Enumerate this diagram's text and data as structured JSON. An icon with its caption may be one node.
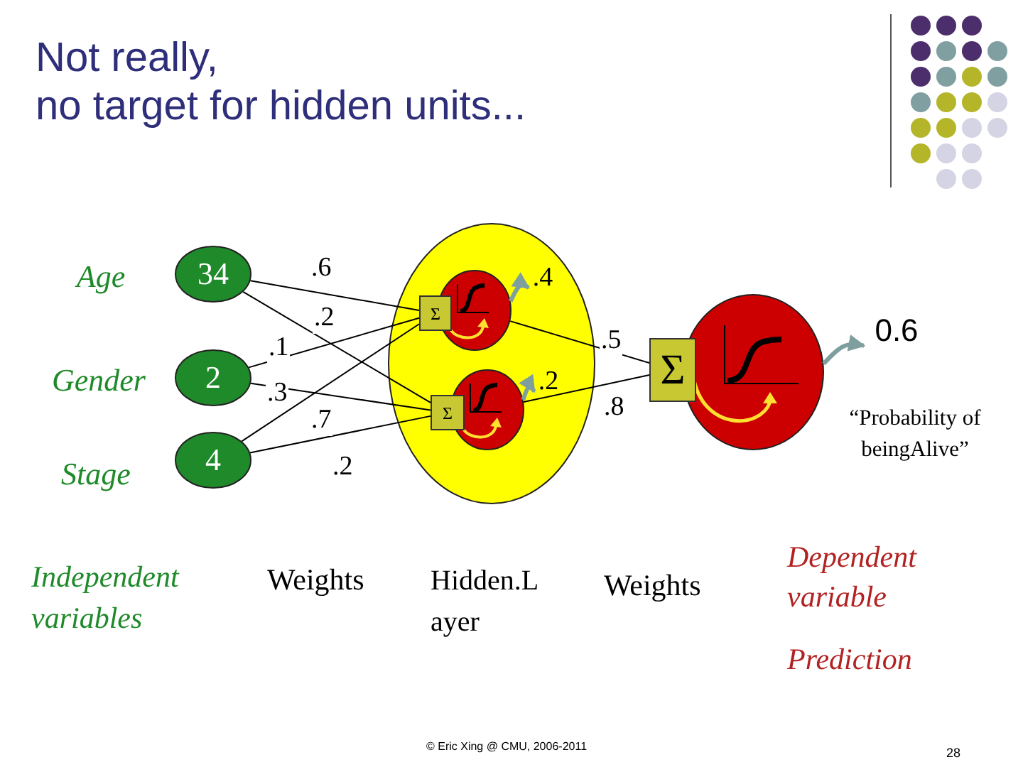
{
  "diagram": {
    "title": "Not really, no target for hidden units...",
    "nodes": [
      {
        "text": [
          "34"
        ],
        "beside": [
          "Age"
        ]
      },
      {
        "text": [
          "2"
        ],
        "beside": [
          "Gender"
        ]
      },
      {
        "text": [
          "4"
        ],
        "beside": [
          "Stage"
        ]
      },
      {
        "text": [],
        "shape": "circle",
        "beside": [
          "Hidden.Layer"
        ]
      },
      {
        "text": [
          "Σ"
        ],
        "in": 3
      },
      {
        "text": [],
        "shape": "circle",
        "in": 3
      },
      {
        "text": [
          "Σ"
        ],
        "in": 3
      },
      {
        "text": [],
        "shape": "circle",
        "in": 3
      },
      {
        "text": [
          "Σ"
        ]
      },
      {
        "text": [],
        "shape": "circle"
      },
      {
        "text": [
          ".4"
        ],
        "in": 3
      },
      {
        "text": [
          ".2"
        ],
        "in": 3
      },
      {
        "text": [
          "0.6"
        ]
      }
    ],
    "edges": [
      {
        "from": 0,
        "to": 4,
        "arrow": "none",
        "label": ".6"
      },
      {
        "from": 0,
        "to": 6,
        "arrow": "none",
        "label": ".2"
      },
      {
        "from": 1,
        "to": 4,
        "arrow": "none",
        "label": ".1"
      },
      {
        "from": 1,
        "to": 6,
        "arrow": "none",
        "label": ".3"
      },
      {
        "from": 2,
        "to": 4,
        "arrow": "none",
        "label": ".7"
      },
      {
        "from": 2,
        "to": 6,
        "arrow": "none",
        "label": ".2"
      },
      {
        "from": 5,
        "to": 8,
        "arrow": "none",
        "label": ".5"
      },
      {
        "from": 7,
        "to": 8,
        "arrow": "none",
        "label": ".8"
      },
      {
        "from": 5,
        "to": 10,
        "arrow": "to",
        "color": "#7f9f9f",
        "style": "thick"
      },
      {
        "from": 7,
        "to": 11,
        "arrow": "to",
        "color": "#7f9f9f",
        "style": "thick"
      },
      {
        "from": 9,
        "to": 12,
        "arrow": "to",
        "color": "#7f9f9f",
        "style": "thick"
      }
    ],
    "labels": [
      "Independent variables",
      "Weights",
      "Weights",
      "Dependent variable",
      "Prediction",
      "“Probability of beingAlive”",
      "© Eric Xing @ CMU, 2006-2011",
      "28"
    ]
  }
}
